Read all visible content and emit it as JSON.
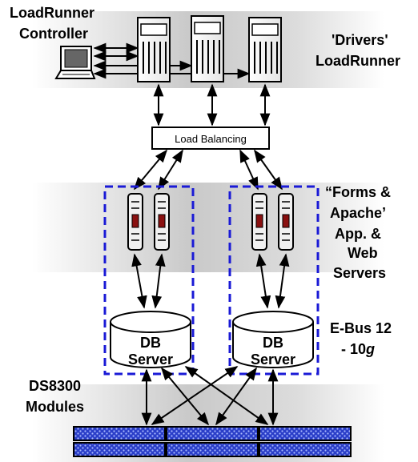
{
  "labels": {
    "controller_line1": "LoadRunner",
    "controller_line2": "Controller",
    "drivers_line1": "'Drivers'",
    "drivers_line2": "LoadRunner",
    "load_balancing": "Load Balancing",
    "forms_line1": "“Forms &",
    "forms_line2": "Apache’",
    "forms_line3": "App. &",
    "forms_line4": "Web",
    "forms_line5": "Servers",
    "db_left_line1": "DB",
    "db_left_line2": "Server",
    "db_right_line1": "DB",
    "db_right_line2": "Server",
    "ebus_line1": "E-Bus 12",
    "ebus_line2_prefix": "- 10",
    "ebus_line2_italic": "g",
    "ds_line1": "DS8300",
    "ds_line2": "Modules"
  },
  "colors": {
    "band_gradient_dark": "#c8c8c8",
    "band_gradient_light": "#f4f4f4",
    "dashed_box": "#1a1ad6",
    "storage_fill": "#2a3ec8",
    "storage_pattern": "#a8b8ff",
    "server_led": "#8a1010"
  },
  "icons": {
    "controller": "laptop-icon",
    "drivers": "tower-server-icon",
    "app_servers": "rack-server-icon",
    "database": "database-cylinder-icon",
    "storage": "storage-module-icon"
  }
}
